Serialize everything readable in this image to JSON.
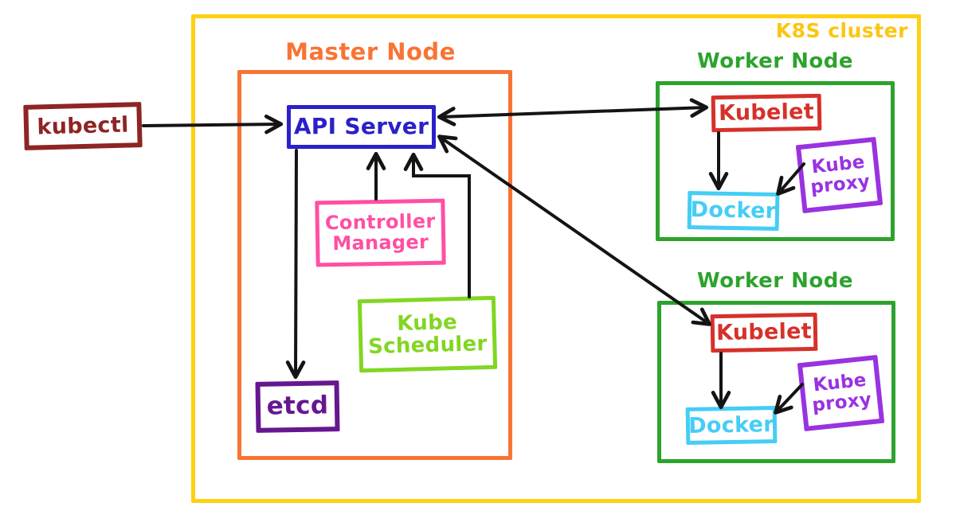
{
  "diagram": {
    "cluster_label": "K8S cluster",
    "kubectl_label": "kubectl",
    "master": {
      "title": "Master Node",
      "api_server": "API Server",
      "controller_manager": "Controller Manager",
      "kube_scheduler": "Kube Scheduler",
      "etcd": "etcd"
    },
    "workers": [
      {
        "title": "Worker Node",
        "kubelet": "Kubelet",
        "kube_proxy": "Kube proxy",
        "docker": "Docker"
      },
      {
        "title": "Worker Node",
        "kubelet": "Kubelet",
        "kube_proxy": "Kube proxy",
        "docker": "Docker"
      }
    ],
    "colors": {
      "cluster-yellow": "#FFD012",
      "cluster-label-yellow": "#FBC512",
      "master-orange": "#F87434",
      "api-blue": "#2B21C8",
      "kubectl-maroon": "#8E2424",
      "pink": "#FF4FA3",
      "scheduler-green": "#82D622",
      "etcd-purple": "#66178F",
      "worker-green": "#2DA32D",
      "kubelet-red": "#D5312A",
      "proxy-purple": "#9932E0",
      "docker-cyan": "#45CDF5",
      "arrow-black": "#141414"
    }
  }
}
